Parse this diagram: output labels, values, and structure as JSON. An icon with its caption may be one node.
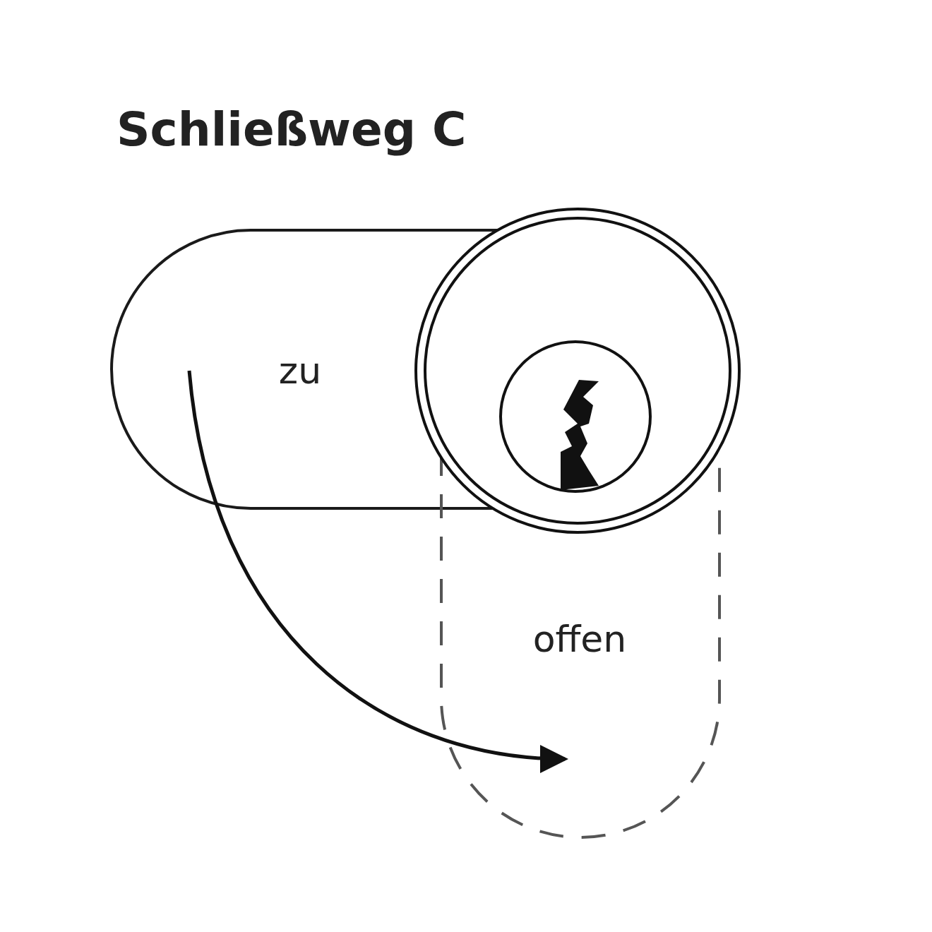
{
  "diagram": {
    "title": "Schließweg C",
    "nodes": [
      {
        "text": [
          "zu"
        ]
      },
      {
        "text": [
          "offen"
        ]
      }
    ],
    "edges": [
      {
        "from": 0,
        "to": 1,
        "arrow": "to"
      }
    ]
  }
}
